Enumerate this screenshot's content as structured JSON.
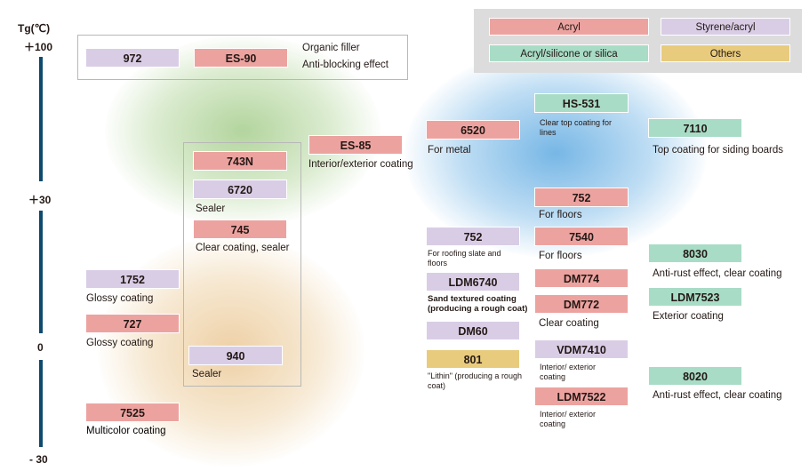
{
  "axis": {
    "title": "Tg(℃)",
    "ticks": [
      "＋100",
      "＋30",
      "0",
      "- 30"
    ]
  },
  "colors": {
    "acryl": "#eca3a0",
    "styrene_acryl": "#d9cde6",
    "acryl_silicone_silica": "#a8dcc6",
    "others": "#e8cb7d",
    "axis": "#0e4a6e"
  },
  "legend": {
    "acryl": "Acryl",
    "styrene_acryl": "Styrene/acryl",
    "acryl_silicone_silica": "Acryl/silicone or silica",
    "others": "Others"
  },
  "top_group": {
    "note_line1": "Organic filler",
    "note_line2": "Anti-blocking effect"
  },
  "products": {
    "p972": "972",
    "es90": "ES-90",
    "es85": "ES-85",
    "p743n": "743N",
    "p6720": "6720",
    "p745": "745",
    "p1752": "1752",
    "p727": "727",
    "p940": "940",
    "p7525": "7525",
    "p6520": "6520",
    "hs531": "HS-531",
    "p7110": "7110",
    "p752a": "752",
    "p752b": "752",
    "p7540": "7540",
    "p8030": "8030",
    "ldm6740": "LDM6740",
    "dm774": "DM774",
    "ldm7523": "LDM7523",
    "dm772": "DM772",
    "dm60": "DM60",
    "p801": "801",
    "vdm7410": "VDM7410",
    "p8020": "8020",
    "ldm7522": "LDM7522"
  },
  "captions": {
    "es85": "Interior/exterior coating",
    "p6720": "Sealer",
    "p745": "Clear coating, sealer",
    "p1752": "Glossy coating",
    "p727": "Glossy coating",
    "p940": "Sealer",
    "p7525": "Multicolor coating",
    "p6520": "For metal",
    "hs531": "Clear top coating for lines",
    "p7110": "Top coating for siding boards",
    "p752a": "For floors",
    "p752b": "For roofing slate and floors",
    "p7540": "For floors",
    "p8030": "Anti-rust effect, clear coating",
    "ldm6740": "Sand textured coating (producing a rough coat)",
    "ldm7523": "Exterior coating",
    "dm772": "Clear coating",
    "p801": "\"Lithin\" (producing a rough coat)",
    "vdm7410": "Interior/ exterior coating",
    "p8020": "Anti-rust effect, clear coating",
    "ldm7522": "Interior/ exterior coating"
  }
}
